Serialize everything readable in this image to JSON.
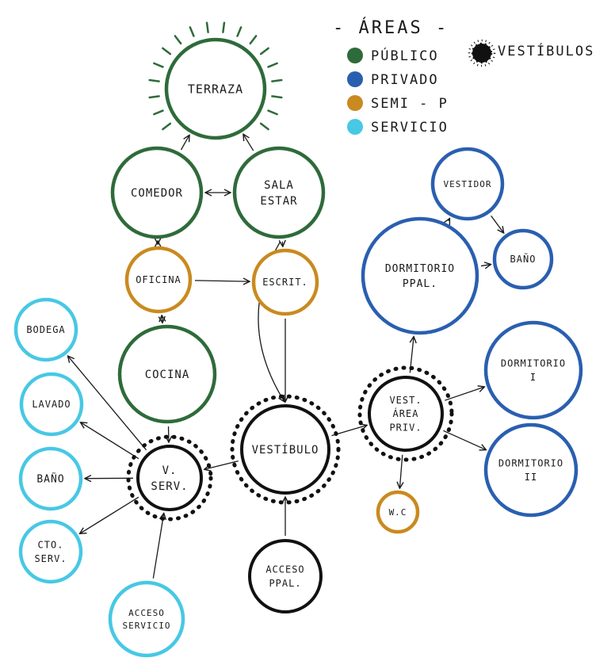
{
  "legend": {
    "title": "- ÁREAS -",
    "items": [
      {
        "key": "publico",
        "label": "PÚBLICO",
        "color": "#2e6b3a"
      },
      {
        "key": "vestibulos",
        "label": "VESTÍBULOS",
        "color": "#111111"
      },
      {
        "key": "privado",
        "label": "PRIVADO",
        "color": "#2a5fb0"
      },
      {
        "key": "semi",
        "label": "SEMI - P",
        "color": "#c98a1f"
      },
      {
        "key": "servicio",
        "label": "SERVICIO",
        "color": "#47c8e4"
      }
    ]
  },
  "colors": {
    "publico": "#2e6b3a",
    "privado": "#2a5fb0",
    "semi": "#c98a1f",
    "servicio": "#47c8e4",
    "vestibulo": "#111111"
  },
  "nodes": [
    {
      "id": "terraza",
      "lines": [
        "TERRAZA"
      ],
      "area": "publico",
      "style": "sun"
    },
    {
      "id": "comedor",
      "lines": [
        "COMEDOR"
      ],
      "area": "publico"
    },
    {
      "id": "sala",
      "lines": [
        "SALA",
        "ESTAR"
      ],
      "area": "publico"
    },
    {
      "id": "oficina",
      "lines": [
        "OFICINA"
      ],
      "area": "semi"
    },
    {
      "id": "escrit",
      "lines": [
        "ESCRIT."
      ],
      "area": "semi"
    },
    {
      "id": "cocina",
      "lines": [
        "COCINA"
      ],
      "area": "publico"
    },
    {
      "id": "bodega",
      "lines": [
        "BODEGA"
      ],
      "area": "servicio"
    },
    {
      "id": "lavado",
      "lines": [
        "LAVADO"
      ],
      "area": "servicio"
    },
    {
      "id": "bano_serv",
      "lines": [
        "BAÑO"
      ],
      "area": "servicio"
    },
    {
      "id": "cto_serv",
      "lines": [
        "CTO.",
        "SERV."
      ],
      "area": "servicio"
    },
    {
      "id": "v_serv",
      "lines": [
        "V.",
        "SERV."
      ],
      "area": "vestibulo",
      "style": "dotted"
    },
    {
      "id": "vestibulo",
      "lines": [
        "VESTÍBULO"
      ],
      "area": "vestibulo",
      "style": "dotted"
    },
    {
      "id": "acceso_ppal",
      "lines": [
        "ACCESO",
        "PPAL."
      ],
      "area": "vestibulo"
    },
    {
      "id": "acceso_servicio",
      "lines": [
        "ACCESO",
        "SERVICIO"
      ],
      "area": "servicio"
    },
    {
      "id": "vest_priv",
      "lines": [
        "VEST.",
        "ÁREA",
        "PRIV."
      ],
      "area": "vestibulo",
      "style": "dotted"
    },
    {
      "id": "wc",
      "lines": [
        "W.C"
      ],
      "area": "semi"
    },
    {
      "id": "dorm_ppal",
      "lines": [
        "DORMITORIO",
        "PPAL."
      ],
      "area": "privado"
    },
    {
      "id": "vestidor",
      "lines": [
        "VESTIDOR"
      ],
      "area": "privado"
    },
    {
      "id": "bano_ppal",
      "lines": [
        "BAÑO"
      ],
      "area": "privado"
    },
    {
      "id": "dorm1",
      "lines": [
        "DORMITORIO",
        "I"
      ],
      "area": "privado"
    },
    {
      "id": "dorm2",
      "lines": [
        "DORMITORIO",
        "II"
      ],
      "area": "privado"
    }
  ],
  "edges": [
    {
      "from": "comedor",
      "to": "terraza",
      "type": "arrow"
    },
    {
      "from": "sala",
      "to": "terraza",
      "type": "arrow"
    },
    {
      "from": "comedor",
      "to": "sala",
      "type": "double"
    },
    {
      "from": "comedor",
      "to": "oficina",
      "type": "double"
    },
    {
      "from": "sala",
      "to": "escrit",
      "type": "arrow"
    },
    {
      "from": "oficina",
      "to": "escrit",
      "type": "arrow"
    },
    {
      "from": "oficina",
      "to": "cocina",
      "type": "double"
    },
    {
      "from": "sala",
      "to": "vestibulo",
      "type": "curve"
    },
    {
      "from": "escrit",
      "to": "vestibulo",
      "type": "arrow"
    },
    {
      "from": "cocina",
      "to": "v_serv",
      "type": "arrow"
    },
    {
      "from": "v_serv",
      "to": "bodega",
      "type": "arrow"
    },
    {
      "from": "v_serv",
      "to": "lavado",
      "type": "arrow"
    },
    {
      "from": "v_serv",
      "to": "bano_serv",
      "type": "arrow"
    },
    {
      "from": "v_serv",
      "to": "cto_serv",
      "type": "arrow"
    },
    {
      "from": "acceso_servicio",
      "to": "v_serv",
      "type": "arrow"
    },
    {
      "from": "vestibulo",
      "to": "v_serv",
      "type": "arrow"
    },
    {
      "from": "acceso_ppal",
      "to": "vestibulo",
      "type": "arrow"
    },
    {
      "from": "vestibulo",
      "to": "vest_priv",
      "type": "arrow"
    },
    {
      "from": "vest_priv",
      "to": "wc",
      "type": "arrow"
    },
    {
      "from": "vest_priv",
      "to": "dorm_ppal",
      "type": "arrow"
    },
    {
      "from": "vest_priv",
      "to": "dorm1",
      "type": "arrow"
    },
    {
      "from": "vest_priv",
      "to": "dorm2",
      "type": "arrow"
    },
    {
      "from": "dorm_ppal",
      "to": "vestidor",
      "type": "arrow"
    },
    {
      "from": "vestidor",
      "to": "bano_ppal",
      "type": "arrow"
    },
    {
      "from": "dorm_ppal",
      "to": "bano_ppal",
      "type": "arrow"
    }
  ]
}
